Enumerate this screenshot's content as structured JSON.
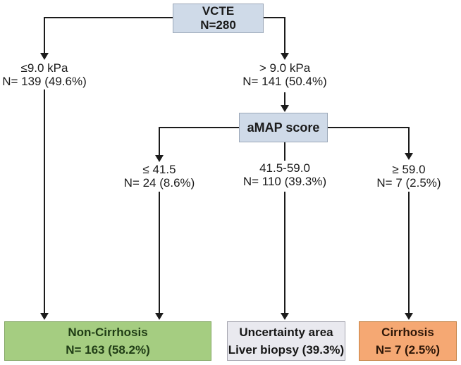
{
  "diagram": {
    "type": "decision-flowchart",
    "colors": {
      "text": "#1b1b1b",
      "line": "#1b1b1b",
      "node_fill": "#cfdae8",
      "node_border": "#9ca8b8",
      "green_fill": "#a5cd81",
      "green_border": "#84a765",
      "green_text": "#1f3c15",
      "gray_fill": "#e9e9ef",
      "gray_border": "#a6a6b0",
      "gray_text": "#161616",
      "orange_fill": "#f5a873",
      "orange_border": "#c68345",
      "orange_text": "#2d1607"
    },
    "root": {
      "title": "VCTE",
      "n": "N=280"
    },
    "decision": {
      "label": "aMAP score"
    },
    "branches": {
      "vcte_low": {
        "criterion": "≤9.0 kPa",
        "n": "N= 139 (49.6%)"
      },
      "vcte_high": {
        "criterion": "> 9.0 kPa",
        "n": "N= 141 (50.4%)"
      },
      "amap_low": {
        "criterion": "≤ 41.5",
        "n": "N= 24 (8.6%)"
      },
      "amap_mid": {
        "criterion": "41.5-59.0",
        "n": "N= 110 (39.3%)"
      },
      "amap_high": {
        "criterion": "≥ 59.0",
        "n": "N= 7 (2.5%)"
      }
    },
    "outcomes": {
      "non_cirrhosis": {
        "label": "Non-Cirrhosis",
        "n": "N= 163 (58.2%)"
      },
      "uncertainty": {
        "label": "Uncertainty area",
        "n": "Liver biopsy (39.3%)"
      },
      "cirrhosis": {
        "label": "Cirrhosis",
        "n": "N= 7 (2.5%)"
      }
    }
  }
}
